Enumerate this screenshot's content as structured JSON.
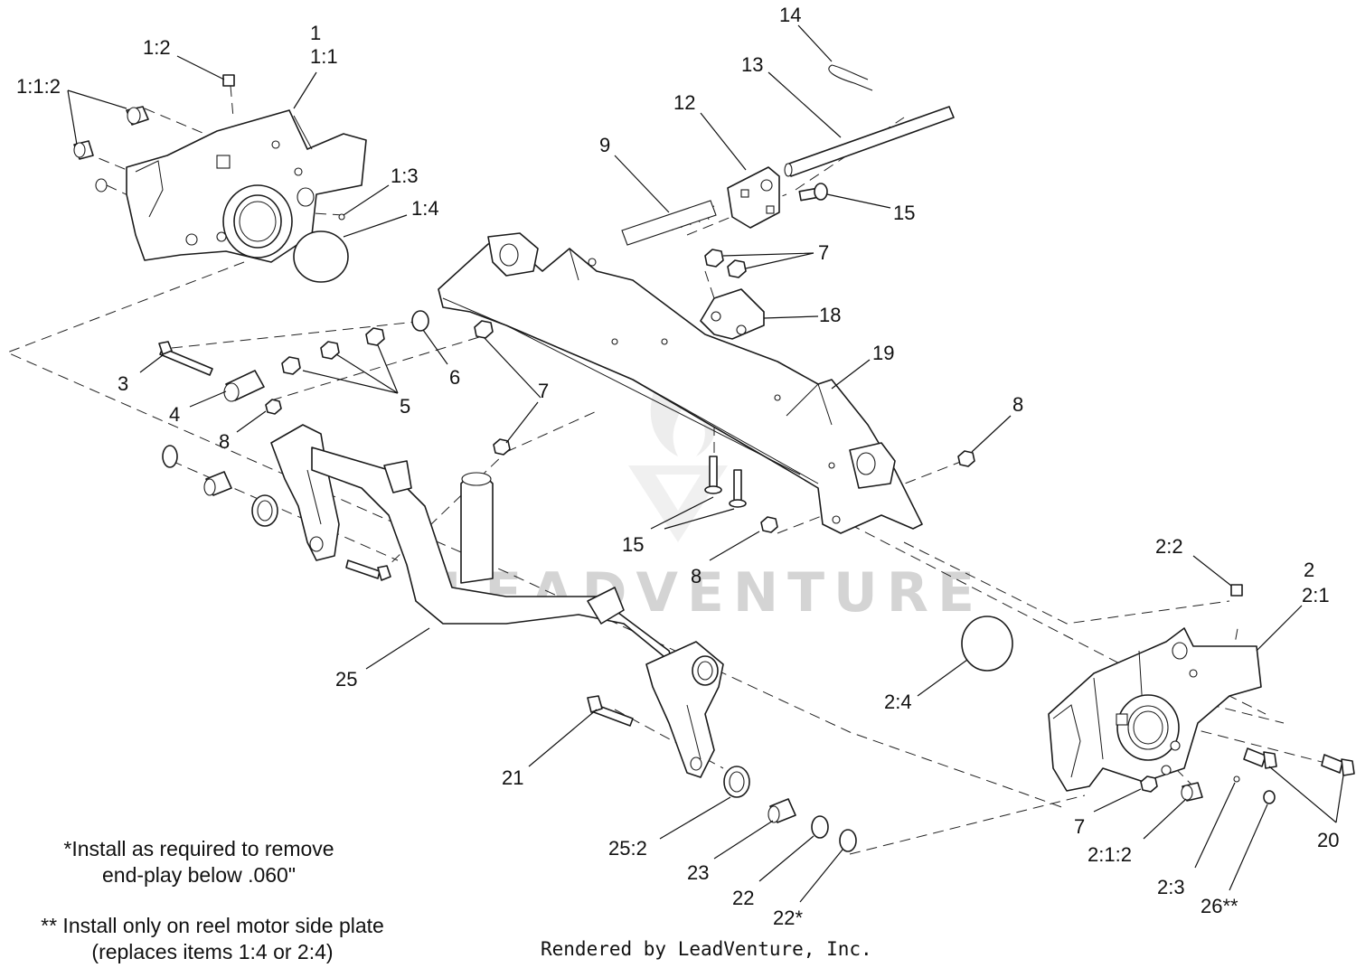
{
  "watermark": {
    "brand_text": "LEADVENTURE",
    "color": "#d4d4d4"
  },
  "callouts": [
    {
      "id": "c-1",
      "text": "1"
    },
    {
      "id": "c-1-1",
      "text": "1:1"
    },
    {
      "id": "c-1-2",
      "text": "1:2"
    },
    {
      "id": "c-1-1-2",
      "text": "1:1:2"
    },
    {
      "id": "c-1-3",
      "text": "1:3"
    },
    {
      "id": "c-1-4",
      "text": "1:4"
    },
    {
      "id": "c-14",
      "text": "14"
    },
    {
      "id": "c-13",
      "text": "13"
    },
    {
      "id": "c-12",
      "text": "12"
    },
    {
      "id": "c-9",
      "text": "9"
    },
    {
      "id": "c-15a",
      "text": "15"
    },
    {
      "id": "c-7a",
      "text": "7"
    },
    {
      "id": "c-18",
      "text": "18"
    },
    {
      "id": "c-19",
      "text": "19"
    },
    {
      "id": "c-3",
      "text": "3"
    },
    {
      "id": "c-4",
      "text": "4"
    },
    {
      "id": "c-8a",
      "text": "8"
    },
    {
      "id": "c-5",
      "text": "5"
    },
    {
      "id": "c-6",
      "text": "6"
    },
    {
      "id": "c-7b",
      "text": "7"
    },
    {
      "id": "c-8b",
      "text": "8"
    },
    {
      "id": "c-15b",
      "text": "15"
    },
    {
      "id": "c-8c",
      "text": "8"
    },
    {
      "id": "c-25",
      "text": "25"
    },
    {
      "id": "c-2-2",
      "text": "2:2"
    },
    {
      "id": "c-2",
      "text": "2"
    },
    {
      "id": "c-2-1",
      "text": "2:1"
    },
    {
      "id": "c-2-4",
      "text": "2:4"
    },
    {
      "id": "c-21",
      "text": "21"
    },
    {
      "id": "c-25-2",
      "text": "25:2"
    },
    {
      "id": "c-23",
      "text": "23"
    },
    {
      "id": "c-22",
      "text": "22"
    },
    {
      "id": "c-22s",
      "text": "22*"
    },
    {
      "id": "c-7c",
      "text": "7"
    },
    {
      "id": "c-2-1-2",
      "text": "2:1:2"
    },
    {
      "id": "c-2-3",
      "text": "2:3"
    },
    {
      "id": "c-26",
      "text": "26**"
    },
    {
      "id": "c-20",
      "text": "20"
    }
  ],
  "notes": {
    "note1_line1": "*Install as required to remove",
    "note1_line2": "end-play below .060\"",
    "note2_line1": "** Install only on reel motor side plate",
    "note2_line2": "(replaces items 1:4 or 2:4)"
  },
  "credit": "Rendered by LeadVenture, Inc."
}
